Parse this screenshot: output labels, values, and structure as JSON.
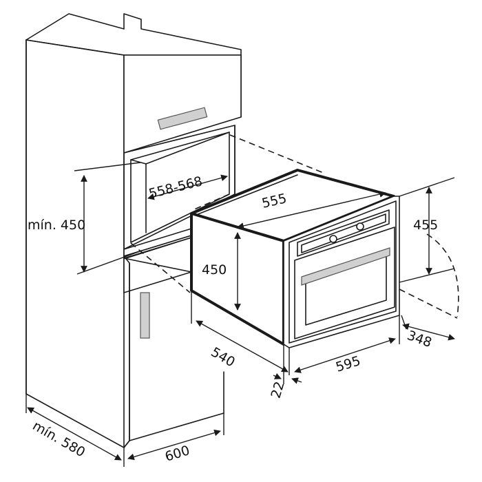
{
  "labels": {
    "niche_min_height": "mín. 450",
    "niche_width": "558-568",
    "oven_width_top": "555",
    "oven_height": "450",
    "front_height": "455",
    "oven_depth": "540",
    "front_width": "595",
    "door_swing": "348",
    "front_thickness": "22",
    "cabinet_min_depth": "mín. 580",
    "cabinet_width": "600"
  }
}
